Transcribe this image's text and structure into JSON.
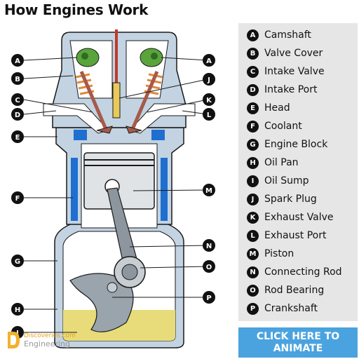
{
  "title": "How Engines Work",
  "legend": [
    {
      "letter": "A",
      "label": "Camshaft"
    },
    {
      "letter": "B",
      "label": "Valve Cover"
    },
    {
      "letter": "C",
      "label": "Intake Valve"
    },
    {
      "letter": "D",
      "label": "Intake Port"
    },
    {
      "letter": "E",
      "label": "Head"
    },
    {
      "letter": "F",
      "label": "Coolant"
    },
    {
      "letter": "G",
      "label": "Engine Block"
    },
    {
      "letter": "H",
      "label": "Oil Pan"
    },
    {
      "letter": "I",
      "label": "Oil Sump"
    },
    {
      "letter": "J",
      "label": "Spark Plug"
    },
    {
      "letter": "K",
      "label": "Exhaust Valve"
    },
    {
      "letter": "L",
      "label": "Exhaust Port"
    },
    {
      "letter": "M",
      "label": "Piston"
    },
    {
      "letter": "N",
      "label": "Connecting Rod"
    },
    {
      "letter": "O",
      "label": "Rod Bearing"
    },
    {
      "letter": "P",
      "label": "Crankshaft"
    }
  ],
  "callouts": {
    "left": [
      "A",
      "B",
      "C",
      "D",
      "E",
      "F",
      "G",
      "H",
      "I"
    ],
    "right": [
      "A",
      "J",
      "K",
      "L",
      "M",
      "N",
      "O",
      "P"
    ]
  },
  "animate_button": {
    "line1": "CLICK HERE TO",
    "line2": "ANIMATE"
  },
  "brand": {
    "name": "Discoveries.com",
    "sub": "Engineering"
  },
  "colors": {
    "block": "#c3d3e2",
    "block_outline": "#1a1a1a",
    "coolant": "#1e6fd0",
    "oil": "#e8dc7a",
    "camshaft": "#5aa43c",
    "spring": "#e0883a",
    "valve": "#a65a4a",
    "steel": "#9aa4ad",
    "legend_bg": "#e6e6e6",
    "button": "#4aa3df",
    "badge": "#111111"
  }
}
